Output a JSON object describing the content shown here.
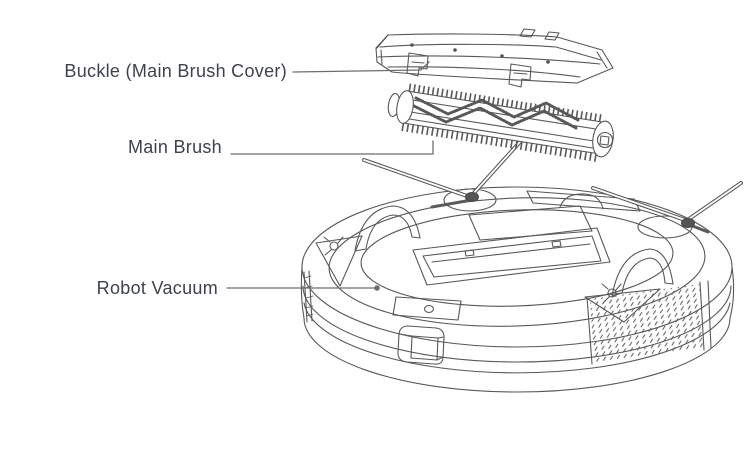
{
  "diagram": {
    "type": "exploded-parts-line-drawing",
    "labels": {
      "buckle": "Buckle (Main Brush Cover)",
      "main_brush": "Main Brush",
      "robot_vacuum": "Robot Vacuum"
    },
    "colors": {
      "background": "#ffffff",
      "line_art": "#585858",
      "label_text": "#3e424a",
      "leader_line": "#6e6e6e"
    }
  }
}
